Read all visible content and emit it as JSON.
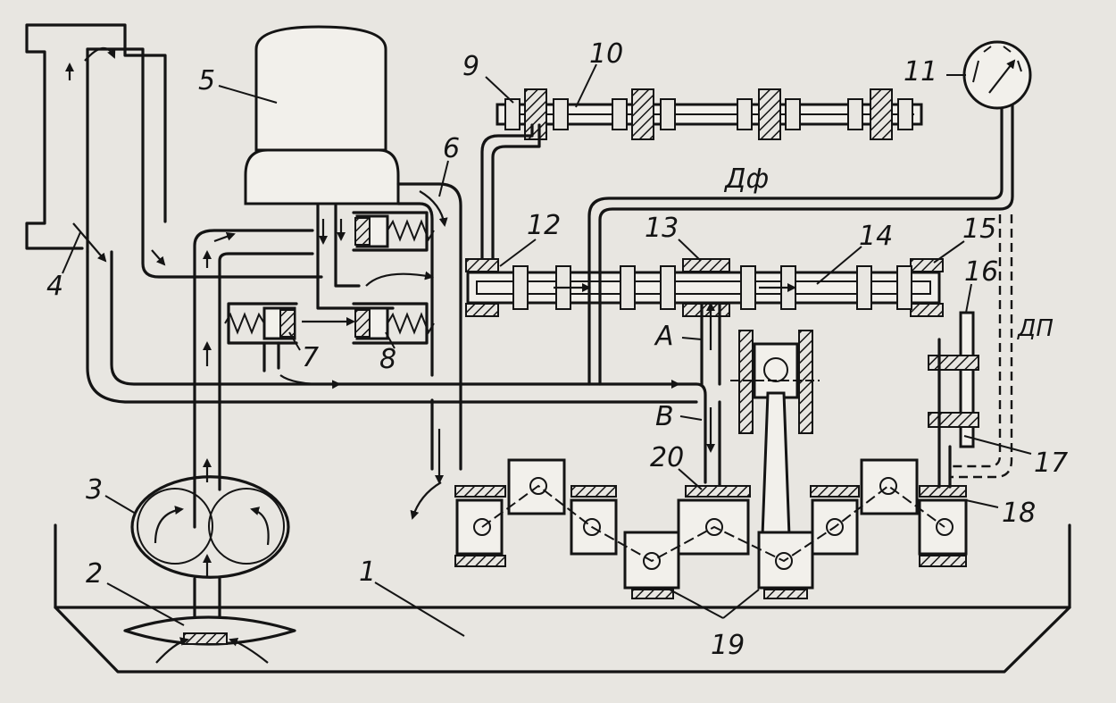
{
  "labels": {
    "n1": "1",
    "n2": "2",
    "n3": "3",
    "n4": "4",
    "n5": "5",
    "n6": "6",
    "n7": "7",
    "n8": "8",
    "n9": "9",
    "n10": "10",
    "n11": "11",
    "n12": "12",
    "n13": "13",
    "n14": "14",
    "n15": "15",
    "n16": "16",
    "n17": "17",
    "n18": "18",
    "n19": "19",
    "n20": "20",
    "A": "A",
    "B": "B",
    "DF": "Дф",
    "DP": "ДП"
  },
  "colors": {
    "ink": "#141414",
    "paper": "#e8e6e1"
  }
}
